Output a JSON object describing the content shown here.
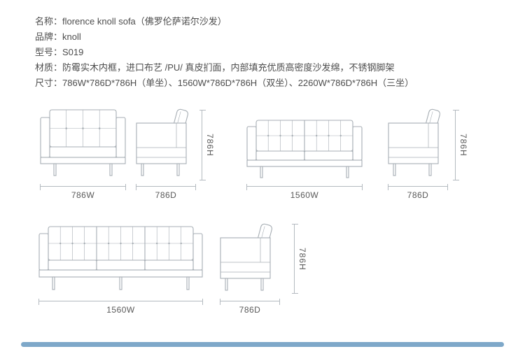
{
  "product": {
    "lines": [
      "名称：florence knoll sofa（佛罗伦萨诺尔沙发）",
      "品牌：knoll",
      "型号：S019",
      "材质：防霉实木内框，进口布艺 /PU/ 真皮扪面，内部填充优质高密度沙发绵，不锈钢脚架",
      "尺寸：786W*786D*786H（单坐）、1560W*786D*786H（双坐）、2260W*786D*786H（三坐）"
    ]
  },
  "dimensions": {
    "single": {
      "width": "786W",
      "depth": "786D",
      "height": "786H"
    },
    "double": {
      "width": "1560W",
      "depth": "786D",
      "height": "786H"
    },
    "triple": {
      "width": "1560W",
      "depth": "786D",
      "height": "786H"
    }
  },
  "colors": {
    "drawing_line": "#a7aeb4",
    "dimension_line": "#b4bac0",
    "text": "#4d4d4d",
    "divider_bar": "#7ea8c9"
  }
}
